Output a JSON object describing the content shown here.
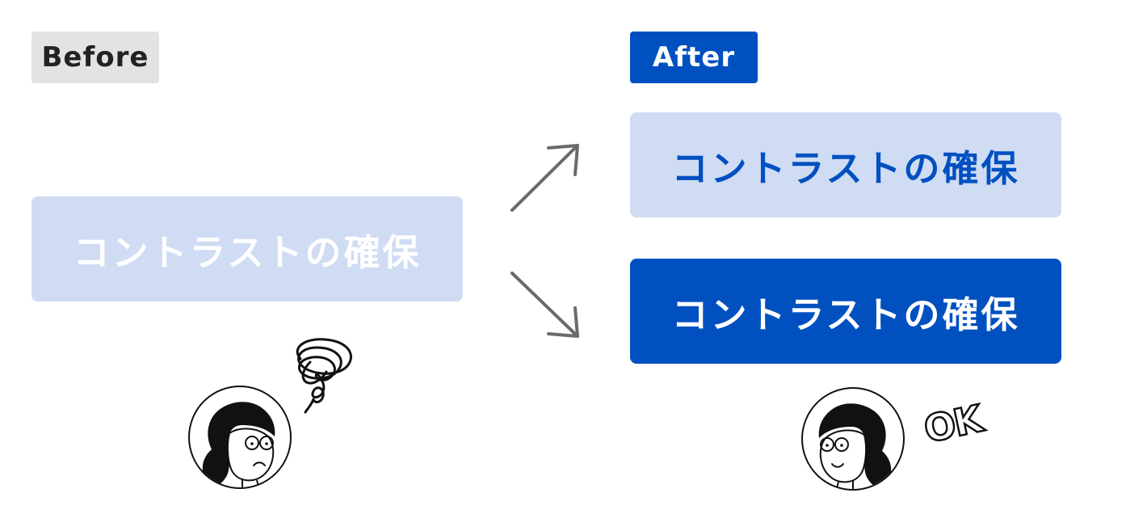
{
  "before": {
    "tag_label": "Before",
    "sample_text": "コントラストの確保"
  },
  "after": {
    "tag_label": "After",
    "sample_light_text": "コントラストの確保",
    "sample_dark_text": "コントラストの確保",
    "ok_text": "OK"
  },
  "colors": {
    "accent_blue": "#0050c0",
    "light_blue": "#cfdcf3",
    "tag_gray": "#e3e3e3",
    "arrow_gray": "#6a6a6a"
  },
  "icons": [
    "arrow-up-right-icon",
    "arrow-down-right-icon",
    "confused-woman-icon",
    "scribble-icon",
    "smiling-woman-icon",
    "ok-stamp-icon"
  ]
}
